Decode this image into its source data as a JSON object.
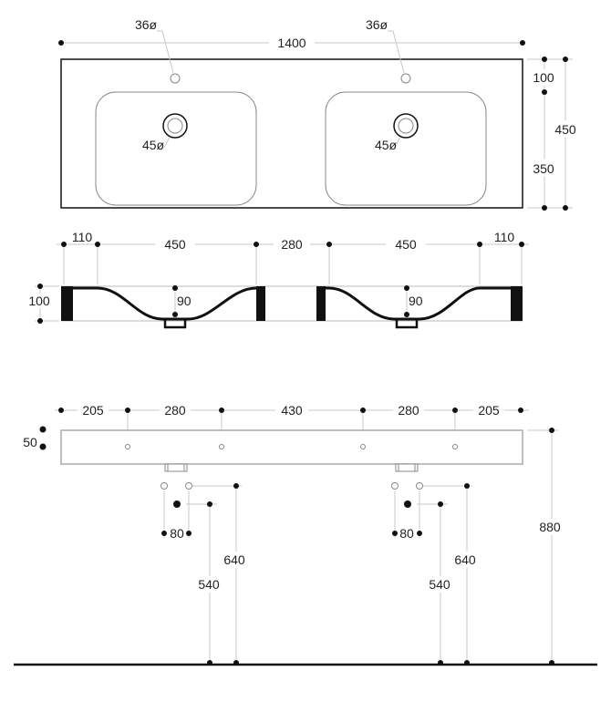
{
  "top_view": {
    "overall_width": "1400",
    "tap_hole_left": "36ø",
    "tap_hole_right": "36ø",
    "drain_left": "45ø",
    "drain_right": "45ø",
    "hole_offset": "100",
    "basin_depth": "350",
    "overall_depth": "450"
  },
  "section_view": {
    "edge_left": "110",
    "basin_left": "450",
    "center": "280",
    "basin_right": "450",
    "edge_right": "110",
    "height": "100",
    "bowl_depth_left": "90",
    "bowl_depth_right": "90"
  },
  "front_view": {
    "d1": "205",
    "d2": "280",
    "d3": "430",
    "d4": "280",
    "d5": "205",
    "thickness": "50",
    "pipe_spacing_left": "80",
    "pipe_spacing_right": "80",
    "waste_height_left": "540",
    "supply_height_left": "640",
    "waste_height_right": "540",
    "supply_height_right": "640",
    "mount_height": "880"
  }
}
